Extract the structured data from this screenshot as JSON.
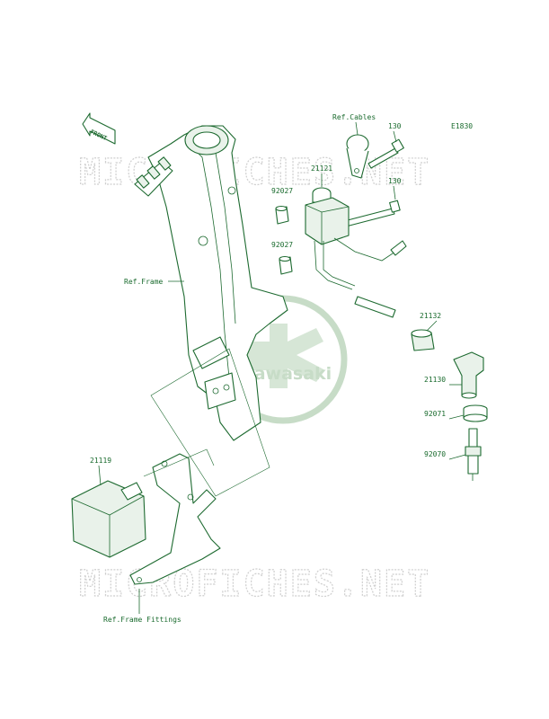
{
  "diagram_code": "E1830",
  "front_arrow": "FRONT",
  "watermark": "MICROFICHES.NET",
  "logo": "Kawasaki",
  "labels": {
    "ref_cables": "Ref.Cables",
    "ref_frame": "Ref.Frame",
    "ref_frame_fittings": "Ref.Frame Fittings",
    "p130_top": "130",
    "p130_mid": "130",
    "p21121": "21121",
    "p92027_top": "92027",
    "p92027_bot": "92027",
    "p21132": "21132",
    "p21130": "21130",
    "p92071": "92071",
    "p92070": "92070",
    "p21119": "21119"
  },
  "colors": {
    "line": "#1d6a30",
    "label": "#1a6b2e",
    "watermark": "#cfcfcf",
    "logo": "#c7dcc7"
  }
}
